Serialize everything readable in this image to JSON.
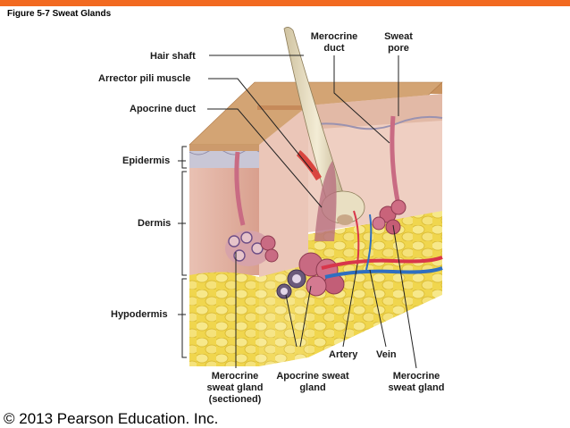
{
  "figure_title": "Figure 5-7  Sweat Glands",
  "labels": {
    "hair_shaft": "Hair shaft",
    "arrector_pili_muscle": "Arrector pili muscle",
    "apocrine_duct": "Apocrine duct",
    "epidermis": "Epidermis",
    "dermis": "Dermis",
    "hypodermis": "Hypodermis",
    "merocrine_duct": "Merocrine\nduct",
    "sweat_pore": "Sweat\npore",
    "artery": "Artery",
    "vein": "Vein",
    "merocrine_sweat_gland_sectioned": "Merocrine\nsweat gland\n(sectioned)",
    "apocrine_sweat_gland": "Apocrine sweat\ngland",
    "merocrine_sweat_gland": "Merocrine\nsweat gland"
  },
  "copyright": "© 2013 Pearson Education. Inc.",
  "colors": {
    "accent_bar": "#f26a21",
    "epidermis": "#cfa277",
    "dermis": "#e6b8a8",
    "hypodermis_fat": "#f2dc5a",
    "gland": "#c86a82",
    "artery": "#d8364a",
    "vein": "#2f6fc0"
  }
}
